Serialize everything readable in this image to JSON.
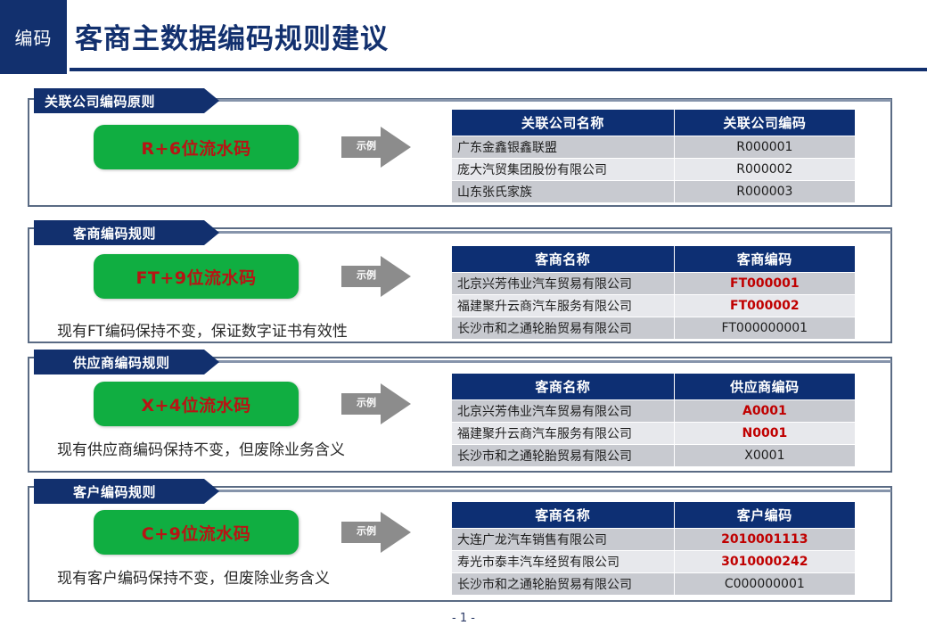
{
  "header": {
    "tag": "编码",
    "title": "客商主数据编码规则建议"
  },
  "colors": {
    "brand_blue": "#12306e",
    "table_header_blue": "#0d2f73",
    "pill_green": "#10ae41",
    "pill_text_red": "#b81414",
    "highlight_red": "#c00000",
    "arrow_gray": "#8c8c8c",
    "card_border": "#5a6b84",
    "row_odd": "#c8cad0",
    "row_even": "#e7e8ec"
  },
  "arrow_label": "示例",
  "sections": [
    {
      "banner": "关联公司编码原则",
      "rule": "R+6位流水码",
      "note": "",
      "table": {
        "headers": [
          "关联公司名称",
          "关联公司编码"
        ],
        "rows": [
          {
            "name": "广东金鑫银鑫联盟",
            "code": "R000001",
            "highlight": false
          },
          {
            "name": "庞大汽贸集团股份有限公司",
            "code": "R000002",
            "highlight": false
          },
          {
            "name": "山东张氏家族",
            "code": "R000003",
            "highlight": false
          }
        ]
      }
    },
    {
      "banner": "客商编码规则",
      "rule": "FT+9位流水码",
      "note": "现有FT编码保持不变，保证数字证书有效性",
      "table": {
        "headers": [
          "客商名称",
          "客商编码"
        ],
        "rows": [
          {
            "name": "北京兴芳伟业汽车贸易有限公司",
            "code": "FT000001",
            "highlight": true
          },
          {
            "name": "福建聚升云商汽车服务有限公司",
            "code": "FT000002",
            "highlight": true
          },
          {
            "name": "长沙市和之通轮胎贸易有限公司",
            "code": "FT000000001",
            "highlight": false
          }
        ]
      }
    },
    {
      "banner": "供应商编码规则",
      "rule": "X+4位流水码",
      "note": "现有供应商编码保持不变，但废除业务含义",
      "table": {
        "headers": [
          "客商名称",
          "供应商编码"
        ],
        "rows": [
          {
            "name": "北京兴芳伟业汽车贸易有限公司",
            "code": "A0001",
            "highlight": true
          },
          {
            "name": "福建聚升云商汽车服务有限公司",
            "code": "N0001",
            "highlight": true
          },
          {
            "name": "长沙市和之通轮胎贸易有限公司",
            "code": "X0001",
            "highlight": false
          }
        ]
      }
    },
    {
      "banner": "客户编码规则",
      "rule": "C+9位流水码",
      "note": "现有客户编码保持不变，但废除业务含义",
      "table": {
        "headers": [
          "客商名称",
          "客户编码"
        ],
        "rows": [
          {
            "name": "大连广龙汽车销售有限公司",
            "code": "2010001113",
            "highlight": true
          },
          {
            "name": "寿光市泰丰汽车经贸有限公司",
            "code": "3010000242",
            "highlight": true
          },
          {
            "name": "长沙市和之通轮胎贸易有限公司",
            "code": "C000000001",
            "highlight": false
          }
        ]
      }
    }
  ],
  "footer": {
    "page": "- 1 -"
  }
}
